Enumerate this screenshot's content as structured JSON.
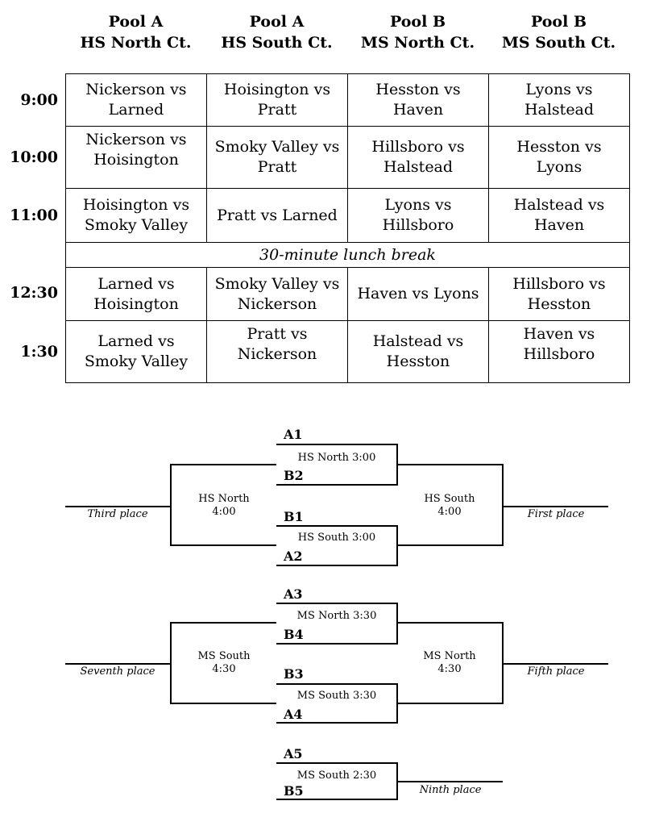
{
  "columns": [
    {
      "pool": "Pool A",
      "court": "HS North Ct."
    },
    {
      "pool": "Pool A",
      "court": "HS South Ct."
    },
    {
      "pool": "Pool B",
      "court": "MS North Ct."
    },
    {
      "pool": "Pool B",
      "court": "MS South Ct."
    }
  ],
  "schedule": {
    "rows": [
      {
        "time": "9:00",
        "games": [
          [
            "Nickerson vs",
            "Larned"
          ],
          [
            "Hoisington vs",
            "Pratt"
          ],
          [
            "Hesston vs",
            "Haven"
          ],
          [
            "Lyons vs",
            "Halstead"
          ]
        ]
      },
      {
        "time": "10:00",
        "games": [
          [
            "Nickerson vs",
            "Hoisington"
          ],
          [
            "Smoky Valley vs",
            "Pratt"
          ],
          [
            "Hillsboro vs",
            "Halstead"
          ],
          [
            "Hesston vs",
            "Lyons"
          ]
        ]
      },
      {
        "time": "11:00",
        "games": [
          [
            "Hoisington vs",
            "Smoky Valley"
          ],
          [
            "Pratt vs Larned"
          ],
          [
            "Lyons vs",
            "Hillsboro"
          ],
          [
            "Halstead vs",
            "Haven"
          ]
        ]
      },
      {
        "time": "12:30",
        "games": [
          [
            "Larned vs",
            "Hoisington"
          ],
          [
            "Smoky Valley vs",
            "Nickerson"
          ],
          [
            "Haven vs Lyons"
          ],
          [
            "Hillsboro vs",
            "Hesston"
          ]
        ]
      },
      {
        "time": "1:30",
        "games": [
          [
            "Larned vs",
            "Smoky Valley"
          ],
          [
            "Pratt vs",
            "Nickerson"
          ],
          [
            "Halstead vs",
            "Hesston"
          ],
          [
            "Haven vs",
            "Hillsboro"
          ]
        ]
      }
    ],
    "lunch": "30-minute lunch break"
  },
  "brackets": {
    "top": {
      "seeds": [
        "A1",
        "B2",
        "B1",
        "A2"
      ],
      "game1": "HS North 3:00",
      "game2": "HS South 3:00",
      "left_game": [
        "HS North",
        "4:00"
      ],
      "right_game": [
        "HS South",
        "4:00"
      ],
      "left_place": "Third place",
      "right_place": "First place"
    },
    "middle": {
      "seeds": [
        "A3",
        "B4",
        "B3",
        "A4"
      ],
      "game1": "MS North 3:30",
      "game2": "MS South 3:30",
      "left_game": [
        "MS South",
        "4:30"
      ],
      "right_game": [
        "MS North",
        "4:30"
      ],
      "left_place": "Seventh place",
      "right_place": "Fifth place"
    },
    "bottom": {
      "seeds": [
        "A5",
        "B5"
      ],
      "game": "MS South 2:30",
      "place": "Ninth place"
    }
  }
}
